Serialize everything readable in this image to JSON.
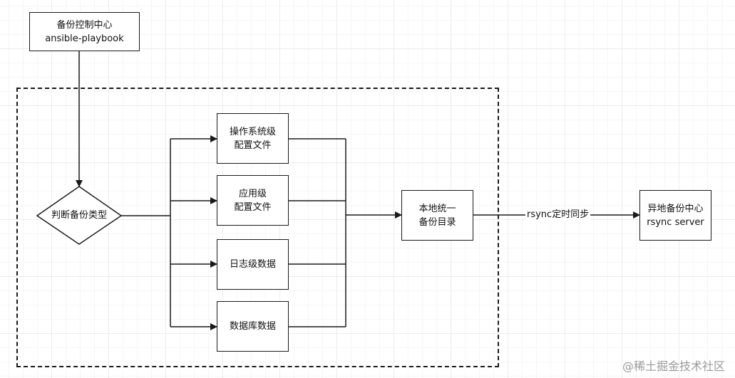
{
  "nodes": {
    "control_center": {
      "line1": "备份控制中心",
      "line2": "ansible-playbook"
    },
    "decision": {
      "label": "判断备份类型"
    },
    "os_config": {
      "line1": "操作系统级",
      "line2": "配置文件"
    },
    "app_config": {
      "line1": "应用级",
      "line2": "配置文件"
    },
    "log_data": {
      "label": "日志级数据"
    },
    "db_data": {
      "label": "数据库数据"
    },
    "local_dir": {
      "line1": "本地统一",
      "line2": "备份目录"
    },
    "remote_center": {
      "line1": "异地备份中心",
      "line2": "rsync server"
    }
  },
  "edges": {
    "sync_label": "rsync定时同步"
  },
  "watermark": "@稀土掘金技术社区"
}
